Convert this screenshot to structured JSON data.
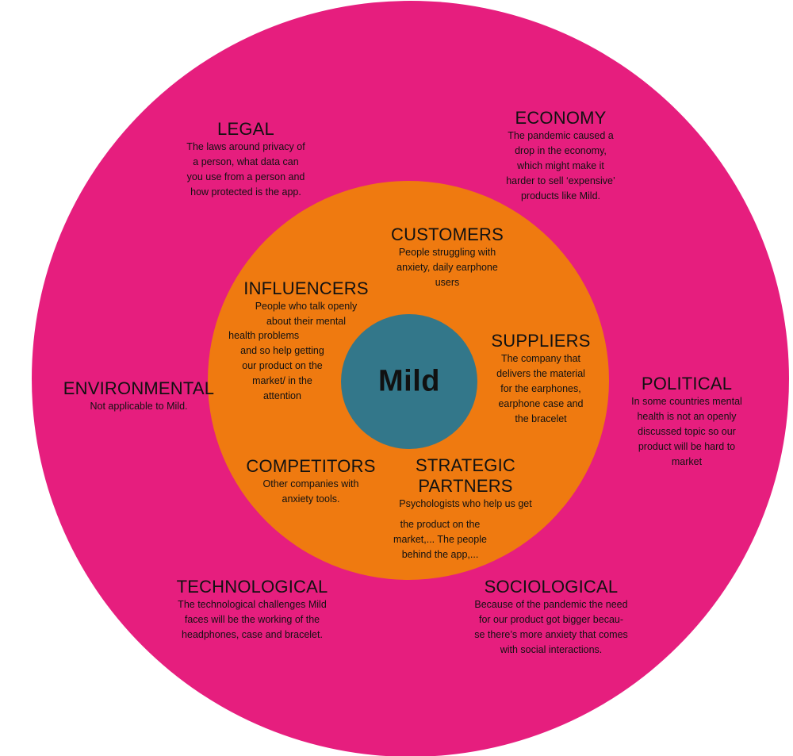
{
  "colors": {
    "outer": "#e61e7e",
    "middle": "#ef7a10",
    "core": "#33778a"
  },
  "center": "Mild",
  "legal": {
    "title": "LEGAL",
    "lines": [
      "The laws around privacy of",
      "a person, what data can",
      "you use from a person and",
      "how protected is the app."
    ]
  },
  "economy": {
    "title": "ECONOMY",
    "lines": [
      "The pandemic caused a",
      "drop in the economy,",
      "which might make it",
      "harder to sell ‘expensive’",
      "products like Mild."
    ]
  },
  "customers": {
    "title": "CUSTOMERS",
    "lines": [
      "People struggling with",
      "anxiety, daily earphone",
      "users"
    ]
  },
  "influencers": {
    "title": "INFLUENCERS",
    "lines": [
      "People who talk openly",
      "about their mental",
      "health problems",
      "and so help getting",
      "our product on the",
      "market/ in the",
      "attention"
    ]
  },
  "environmental": {
    "title": "ENVIRONMENTAL",
    "lines": [
      "Not applicable to Mild."
    ]
  },
  "suppliers": {
    "title": "SUPPLIERS",
    "lines": [
      "The company that",
      "delivers the material",
      "for the earphones,",
      "earphone case and",
      "the bracelet"
    ]
  },
  "political": {
    "title": "POLITICAL",
    "lines": [
      "In some countries mental",
      "health is not an openly",
      "discussed topic so our",
      "product will be hard to",
      "market"
    ]
  },
  "competitors": {
    "title": "COMPETITORS",
    "lines": [
      "Other companies with",
      "anxiety tools."
    ]
  },
  "partners": {
    "title_lines": [
      "STRATEGIC",
      "PARTNERS"
    ],
    "lines": [
      "Psychologists who help us get",
      "the product on the",
      "market,... The people",
      "behind the app,..."
    ]
  },
  "technological": {
    "title": "TECHNOLOGICAL",
    "lines": [
      "The technological challenges Mild",
      "faces will be the working of the",
      "headphones, case and bracelet."
    ]
  },
  "sociological": {
    "title": "SOCIOLOGICAL",
    "lines": [
      "Because of the pandemic the need",
      "for our product got bigger becau-",
      "se there’s more anxiety that comes",
      "with social interactions."
    ]
  }
}
